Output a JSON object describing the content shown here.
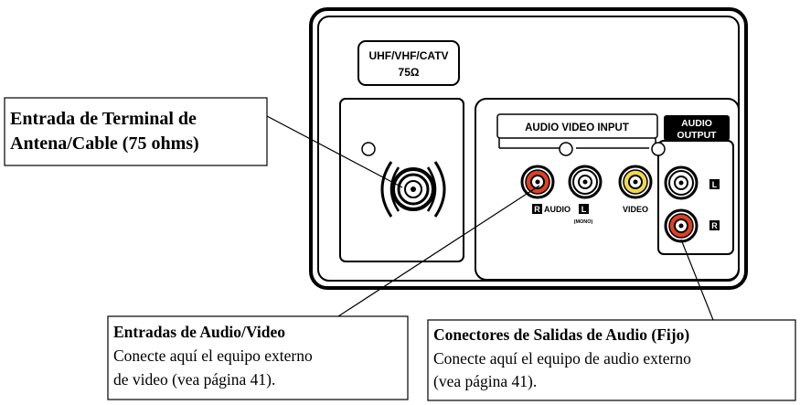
{
  "panel": {
    "antenna_label_line1": "UHF/VHF/CATV",
    "antenna_label_line2": "75Ω",
    "av_input_header": "AUDIO VIDEO INPUT",
    "audio_output_header_line1": "AUDIO",
    "audio_output_header_line2": "OUTPUT",
    "channel_r": "R",
    "channel_l": "L",
    "audio_word": "AUDIO",
    "mono_note": "(MONO)",
    "video_word": "VIDEO"
  },
  "callouts": {
    "antenna": {
      "line1": "Entrada de Terminal de",
      "line2": "Antena/Cable (75 ohms)"
    },
    "av_inputs": {
      "title": "Entradas de Audio/Video",
      "body_line1": "Conecte aquí el equipo externo",
      "body_line2": "de video (vea página 41)."
    },
    "audio_outputs": {
      "title": "Conectores de Salidas de Audio (Fijo)",
      "body_line1": "Conecte aquí el equipo de audio externo",
      "body_line2": "(vea página 41)."
    }
  },
  "colors": {
    "red_jack": "#e0401f",
    "white_jack": "#ffffff",
    "yellow_jack": "#f2d84a",
    "line": "#000000"
  }
}
